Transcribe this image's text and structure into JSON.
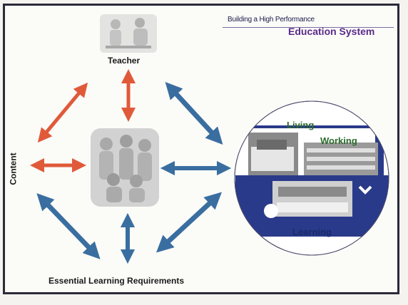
{
  "header": {
    "subtitle": "Building a High Performance",
    "title": "Education System"
  },
  "nodes": {
    "teacher": "Teacher",
    "content": "Content",
    "essential_learning_requirements": "Essential Learning Requirements"
  },
  "contexts": {
    "living": "Living",
    "working": "Working",
    "learning": "Learning"
  },
  "colors": {
    "red_arrow": "#e05a3a",
    "blue_arrow": "#3a6ea0",
    "panel_blue": "#2a3a8a",
    "title_purple": "#5a2a8a"
  }
}
